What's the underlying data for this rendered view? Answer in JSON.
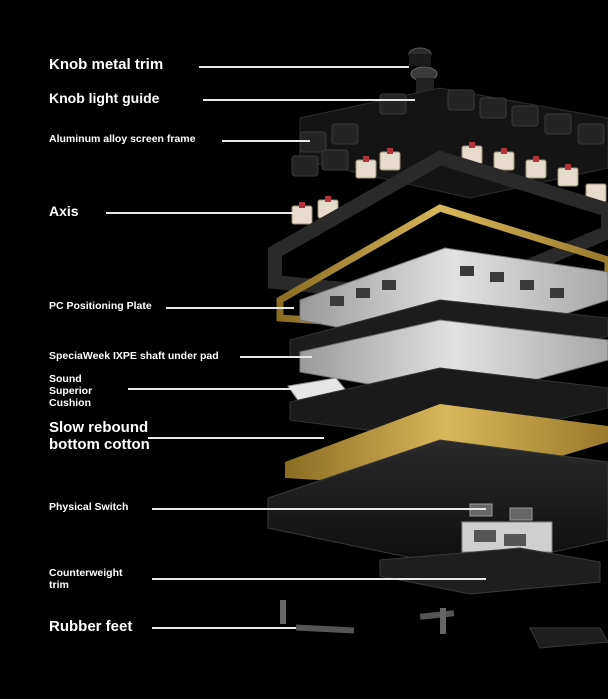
{
  "labels": [
    {
      "id": "knob-metal-trim",
      "text": "Knob metal trim"
    },
    {
      "id": "knob-light-guide",
      "text": "Knob light guide"
    },
    {
      "id": "screen-frame",
      "text": "Aluminum alloy screen frame"
    },
    {
      "id": "axis",
      "text": "Axis"
    },
    {
      "id": "pc-plate",
      "text": "PC Positioning Plate"
    },
    {
      "id": "ixpe-pad",
      "text": "SpeciaWeek IXPE shaft under pad"
    },
    {
      "id": "sound-cushion",
      "lines": [
        "Sound",
        "Superior",
        "Cushion"
      ]
    },
    {
      "id": "bottom-cotton",
      "lines": [
        "Slow rebound",
        "bottom cotton"
      ]
    },
    {
      "id": "physical-switch",
      "text": "Physical Switch"
    },
    {
      "id": "counterweight",
      "lines": [
        "Counterweight",
        "trim"
      ]
    },
    {
      "id": "rubber-feet",
      "text": "Rubber feet"
    }
  ],
  "colors": {
    "background": "#000000",
    "label": "#ffffff",
    "leader": "#e8e8e8",
    "gold": "#c9a64a",
    "silver": "#c8c8c8",
    "dark_plate": "#1c1c1c"
  }
}
